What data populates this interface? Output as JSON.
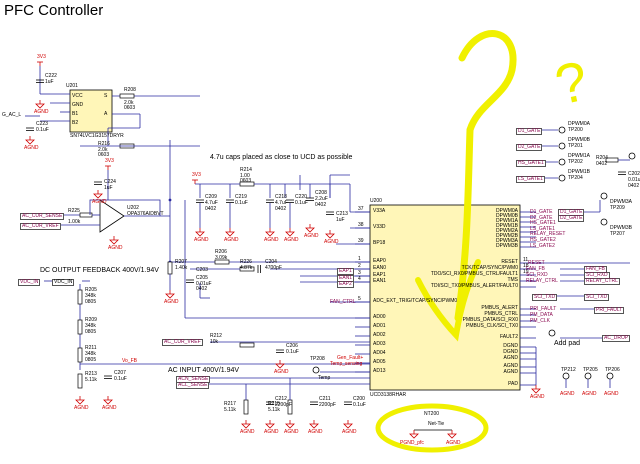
{
  "page_title": "PFC Controller",
  "colors": {
    "wire": "#2a2aa0",
    "component": "#000000",
    "label_red": "#d00000",
    "netlabel": "#8b0a50",
    "ic_fill": "#fff6b8",
    "question": "#f0f000"
  },
  "notes": {
    "caps_note": "4.7u caps placed as close to UCD as possible",
    "dc_feedback": "DC OUTPUT FEEDBACK 400V/1.94V",
    "ac_input": "AC INPUT 400V/1.94V",
    "add_pad": "Add pad",
    "question_mark": "?"
  },
  "u201": {
    "ref": "U201",
    "part": "SN74LVC1G3157DRYR",
    "pins": [
      "VCC",
      "GND",
      "B1",
      "B2",
      "S",
      "A"
    ],
    "pin_nums": [
      "5",
      "2",
      "3",
      "1",
      "6",
      "4"
    ]
  },
  "u202": {
    "ref": "U202",
    "part": "OPA376AIDBVT"
  },
  "u200": {
    "ref": "U200",
    "part": "UCD3138RHAR",
    "left_pins": [
      {
        "num": "37",
        "name": "V33A"
      },
      {
        "num": "38",
        "name": "V33D"
      },
      {
        "num": "39",
        "name": "BP18"
      },
      {
        "num": "1",
        "name": "EAP0"
      },
      {
        "num": "2",
        "name": "EAN0"
      },
      {
        "num": "3",
        "name": "EAP1"
      },
      {
        "num": "4",
        "name": "EAN1"
      },
      {
        "num": "5",
        "name": "ADC_EXT_TRIG/TCAP/SYNC/PWM0"
      },
      {
        "num": "",
        "name": "AD00"
      },
      {
        "num": "",
        "name": "AD01"
      },
      {
        "num": "",
        "name": "AD02"
      },
      {
        "num": "",
        "name": "AD03"
      },
      {
        "num": "",
        "name": "AD04"
      },
      {
        "num": "",
        "name": "AD05"
      },
      {
        "num": "",
        "name": "AD13"
      }
    ],
    "right_pins": [
      {
        "num": "",
        "name": "DPWM0A"
      },
      {
        "num": "",
        "name": "DPWM0B"
      },
      {
        "num": "",
        "name": "DPWM1A"
      },
      {
        "num": "",
        "name": "DPWM1B"
      },
      {
        "num": "",
        "name": "DPWM2A"
      },
      {
        "num": "",
        "name": "DPWM2B"
      },
      {
        "num": "",
        "name": "DPWM3A"
      },
      {
        "num": "",
        "name": "DPWM3B"
      },
      {
        "num": "11",
        "name": "RESET"
      },
      {
        "num": "18",
        "name": "TCK/TCAP/SYNC/PWM0"
      },
      {
        "num": "19",
        "name": "TDO/SCI_RX0/PMBUS_CTRL/FAULT1"
      },
      {
        "num": "",
        "name": "TMS"
      },
      {
        "num": "",
        "name": "TDI/SCI_TX0/PMBUS_ALERT/FAULT0"
      },
      {
        "num": "",
        "name": "PMBUS_ALERT"
      },
      {
        "num": "",
        "name": "PMBUS_CTRL"
      },
      {
        "num": "",
        "name": "PMBUS_DATA/SCI_RX0"
      },
      {
        "num": "",
        "name": "PMBUS_CLK/SCI_TX0"
      },
      {
        "num": "",
        "name": "FAULT2"
      },
      {
        "num": "",
        "name": "DGND"
      },
      {
        "num": "",
        "name": "DGND"
      },
      {
        "num": "",
        "name": "AGND"
      },
      {
        "num": "",
        "name": "AGND"
      },
      {
        "num": "",
        "name": "AGND"
      },
      {
        "num": "",
        "name": "PAD"
      }
    ]
  },
  "nets": {
    "g_ac": "G_AC_L",
    "ac_cur_sense": "AC_CUR_SENSE",
    "ac_cur_vref": "AC_CUR_VREF",
    "ac_cur_vref2": "AC_CUR_VREF",
    "vdc_in": "VDC_IN",
    "vo_fb": "Vo_FB",
    "acn_sense": "ACN_SENSE",
    "acl_sense": "ACL_SENSE",
    "fan_ctrl": "FAN_CTRL",
    "eap1": "EAP1",
    "ean1": "EAN1",
    "eap2": "EAP2",
    "ean2": "EAN2",
    "gate_right": [
      "D1_GATE",
      "D2_GATE",
      "HS_GATE1",
      "LS_GATE1",
      "RELAY_RESET",
      "HS_GATE2",
      "LS_GATE2"
    ],
    "gate_far": [
      "D1_GATE",
      "D2_GATE"
    ],
    "reset": "RESET",
    "fan_fb": "FAN_FB",
    "sci_rxd": "SCI_RXD",
    "relay_ctrl": "RELAY_CTRL",
    "sci_txd": "SCI_TXD",
    "pri_fault": "PRI_FAULT",
    "pm_data": "PM_DATA",
    "pm_clk": "PM_CLK",
    "ac_drop": "AC_DROP",
    "pgnd": "PGND_pfc",
    "nettie": "Net-Tie",
    "agnd": "AGND",
    "gpio_label": "Gen_Fault+",
    "temp_label": "Temp_sensing",
    "temp": "Temp"
  },
  "left_gates": [
    "D1_GATE",
    "D2_GATE",
    "HS_GATE1",
    "LS_GATE1"
  ],
  "tps_top": [
    {
      "ref": "DPWM0A",
      "tp": "TP200"
    },
    {
      "ref": "DPWM0B",
      "tp": "TP201"
    },
    {
      "ref": "DPWM1A",
      "tp": "TP202"
    },
    {
      "ref": "DPWM1B",
      "tp": "TP204"
    }
  ],
  "tps_right": [
    {
      "ref": "DPWM3A",
      "tp": "TP209"
    },
    {
      "ref": "DPWM3B",
      "tp": "TP207"
    }
  ],
  "tps_bottom": [
    "TP212",
    "TP205",
    "TP206"
  ],
  "components": {
    "r208": [
      "R208",
      "2.0k",
      "0603"
    ],
    "r214": [
      "R214",
      "1.00",
      "0603"
    ],
    "r216": [
      "R216",
      "2.0k",
      "0603"
    ],
    "c222": [
      "C222",
      "1uF"
    ],
    "c223": [
      "C223",
      "0.1uF"
    ],
    "c224": [
      "C224",
      "1uF"
    ],
    "r225": [
      "R225",
      "1.00k"
    ],
    "r207": [
      "R207",
      "1.40k"
    ],
    "r206": [
      "R206",
      "3.09k"
    ],
    "r226": [
      "R226",
      "4.87k"
    ],
    "c203": [
      "C203",
      "0.01uF",
      "0402"
    ],
    "c204": [
      "C204",
      "4700pF"
    ],
    "c205": [
      "C205",
      ""
    ],
    "c209": [
      "C209",
      "4.7uF",
      "0402"
    ],
    "c210": [
      "C219",
      "0.1uF"
    ],
    "c218": [
      "C218",
      "4.7uF",
      "0402"
    ],
    "c220": [
      "C220",
      "0.1uF"
    ],
    "c208": [
      "C208",
      "2.2uF",
      "0402"
    ],
    "c213": [
      "C213",
      "1uF"
    ],
    "r205": [
      "R205",
      "348k",
      "0805"
    ],
    "r209": [
      "R209",
      "348k",
      "0805"
    ],
    "r211": [
      "R211",
      "348k",
      "0805"
    ],
    "r213": [
      "R213",
      "5.11k"
    ],
    "c207": [
      "C207",
      "0.1uF"
    ],
    "r212": [
      "R212",
      "10k"
    ],
    "c206": [
      "C206",
      "0.1uF"
    ],
    "r217": [
      "R217",
      "5.11k"
    ],
    "c212": [
      "C212",
      "2200pF"
    ],
    "r215": [
      "R215",
      "5.11k"
    ],
    "c211": [
      "C211",
      "2200pF"
    ],
    "c200": [
      "C200",
      "0.1uF"
    ],
    "r204": [
      "R204",
      "0402"
    ],
    "c202": [
      "C202",
      "0.01u",
      "0402"
    ],
    "nt200": "NT200",
    "tp208": "TP208"
  },
  "vcc_labels": [
    "3V3",
    "3V3",
    "3V3",
    "3V3"
  ]
}
